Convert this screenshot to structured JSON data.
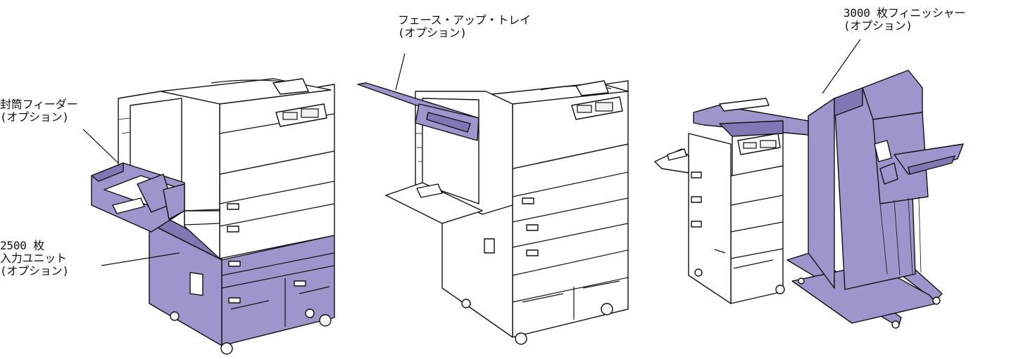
{
  "colors": {
    "option": "#9c96cc",
    "option_dark": "#7f78b4",
    "body": "#ffffff",
    "line": "#111111"
  },
  "callouts": {
    "envelope_feeder": {
      "line1": "封筒フィーダー",
      "line2": "(オプション)"
    },
    "input_unit": {
      "line1": "2500 枚",
      "line2": "入力ユニット",
      "line3": "(オプション)"
    },
    "face_up_tray": {
      "line1": "フェース・アップ・トレイ",
      "line2": "(オプション)"
    },
    "finisher": {
      "line1": "3000 枚フィニッシャー",
      "line2": "(オプション)"
    }
  }
}
